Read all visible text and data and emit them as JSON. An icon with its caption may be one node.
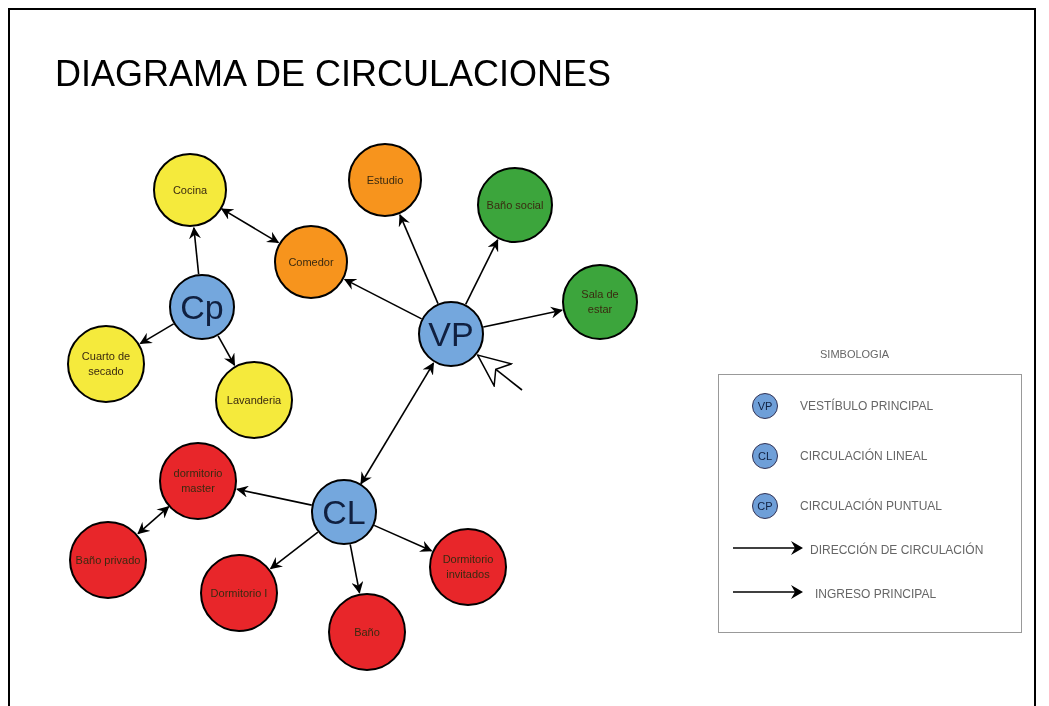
{
  "diagram": {
    "title": "DIAGRAMA DE CIRCULACIONES",
    "nodes": [
      {
        "text": [
          "Cocina"
        ]
      },
      {
        "text": [
          "Comedor"
        ]
      },
      {
        "text": [
          "Estudio"
        ]
      },
      {
        "text": [
          "Baño social"
        ]
      },
      {
        "text": [
          "Sala de estar"
        ]
      },
      {
        "text": [
          "Cp"
        ]
      },
      {
        "text": [
          "VP"
        ]
      },
      {
        "text": [
          "Cuarto de secado"
        ]
      },
      {
        "text": [
          "Lavanderia"
        ]
      },
      {
        "text": [
          "dormitorio master"
        ]
      },
      {
        "text": [
          "CL"
        ]
      },
      {
        "text": [
          "Baño privado"
        ]
      },
      {
        "text": [
          "Dormitorio I"
        ]
      },
      {
        "text": [
          "Baño"
        ]
      },
      {
        "text": [
          "Dormitorio invitados"
        ]
      }
    ],
    "edges": [
      {
        "from": 5,
        "to": 0,
        "arrow": "to"
      },
      {
        "from": 0,
        "to": 1,
        "arrow": "both"
      },
      {
        "from": 5,
        "to": 7,
        "arrow": "to"
      },
      {
        "from": 5,
        "to": 8,
        "arrow": "to"
      },
      {
        "from": 6,
        "to": 1,
        "arrow": "to"
      },
      {
        "from": 6,
        "to": 2,
        "arrow": "to"
      },
      {
        "from": 6,
        "to": 3,
        "arrow": "to"
      },
      {
        "from": 6,
        "to": 4,
        "arrow": "to"
      },
      {
        "from": 10,
        "to": 6,
        "arrow": "both"
      },
      {
        "from": 10,
        "to": 9,
        "arrow": "to"
      },
      {
        "from": 9,
        "to": 11,
        "arrow": "both"
      },
      {
        "from": 10,
        "to": 12,
        "arrow": "to"
      },
      {
        "from": 10,
        "to": 13,
        "arrow": "to"
      },
      {
        "from": 10,
        "to": 14,
        "arrow": "to"
      },
      {
        "from": null,
        "to": 6,
        "arrow": "to"
      }
    ],
    "labels": [
      "SIMBOLOGIA",
      "VP",
      "CL",
      "CP"
    ],
    "legend": [
      {
        "text": "VESTÍBULO PRINCIPAL"
      },
      {
        "text": "CIRCULACIÓN LINEAL"
      },
      {
        "text": "CIRCULACIÓN PUNTUAL"
      },
      {
        "text": "DIRECCIÓN DE CIRCULACIÓN"
      },
      {
        "text": "INGRESO PRINCIPAL"
      }
    ]
  }
}
